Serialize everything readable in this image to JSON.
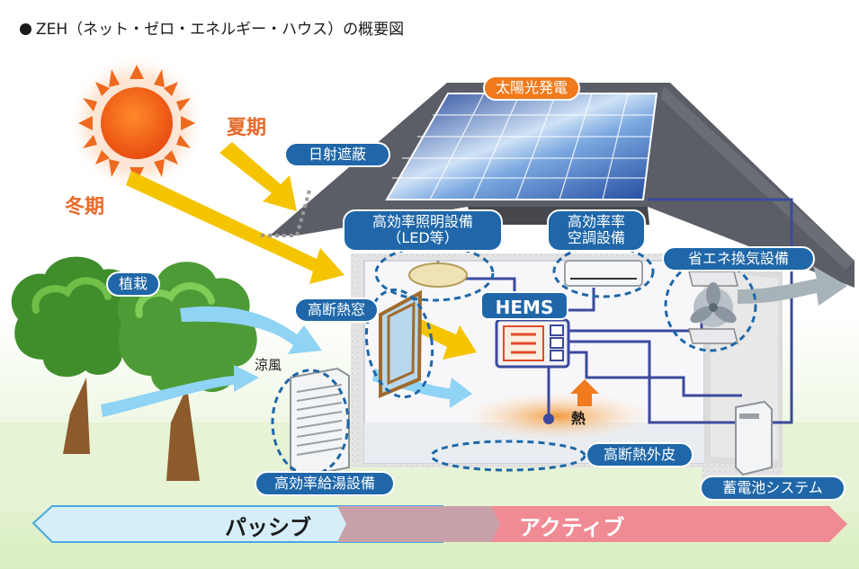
{
  "title": "ZEH（ネット・ゼロ・エネルギー・ハウス）の概要図",
  "labels": {
    "solar_power": "太陽光発電",
    "summer": "夏期",
    "winter": "冬期",
    "sun_shading": "日射遮蔽",
    "lighting": "高効率照明設備\n（LED等）",
    "air_conditioning": "高効率率\n空調設備",
    "ventilation": "省エネ換気設備",
    "planting": "植栽",
    "window": "高断熱窓",
    "hems": "HEMS",
    "cool_breeze": "涼風",
    "heat": "熱",
    "envelope": "高断熱外皮",
    "water_heater": "高効率給湯設備",
    "battery": "蓄電池システム"
  },
  "bottom_bar": {
    "passive": "パッシブ",
    "active": "アクティブ"
  },
  "colors": {
    "label_blue": "#1f67a8",
    "label_orange": "#f07a1c",
    "season_text": "#e86b2b",
    "passive_band": "#d6eefa",
    "active_band": "#f08a93",
    "roof": "#5b5e66",
    "sun_arrow": "#f5c400",
    "breeze_arrow": "#8fd3f5",
    "wire": "#3b4a9c"
  },
  "icons": [
    "sun-icon",
    "solar-panel-icon",
    "tree-icon",
    "lamp-icon",
    "air-conditioner-icon",
    "fan-icon",
    "water-heater-icon",
    "battery-icon",
    "hems-panel-icon"
  ]
}
